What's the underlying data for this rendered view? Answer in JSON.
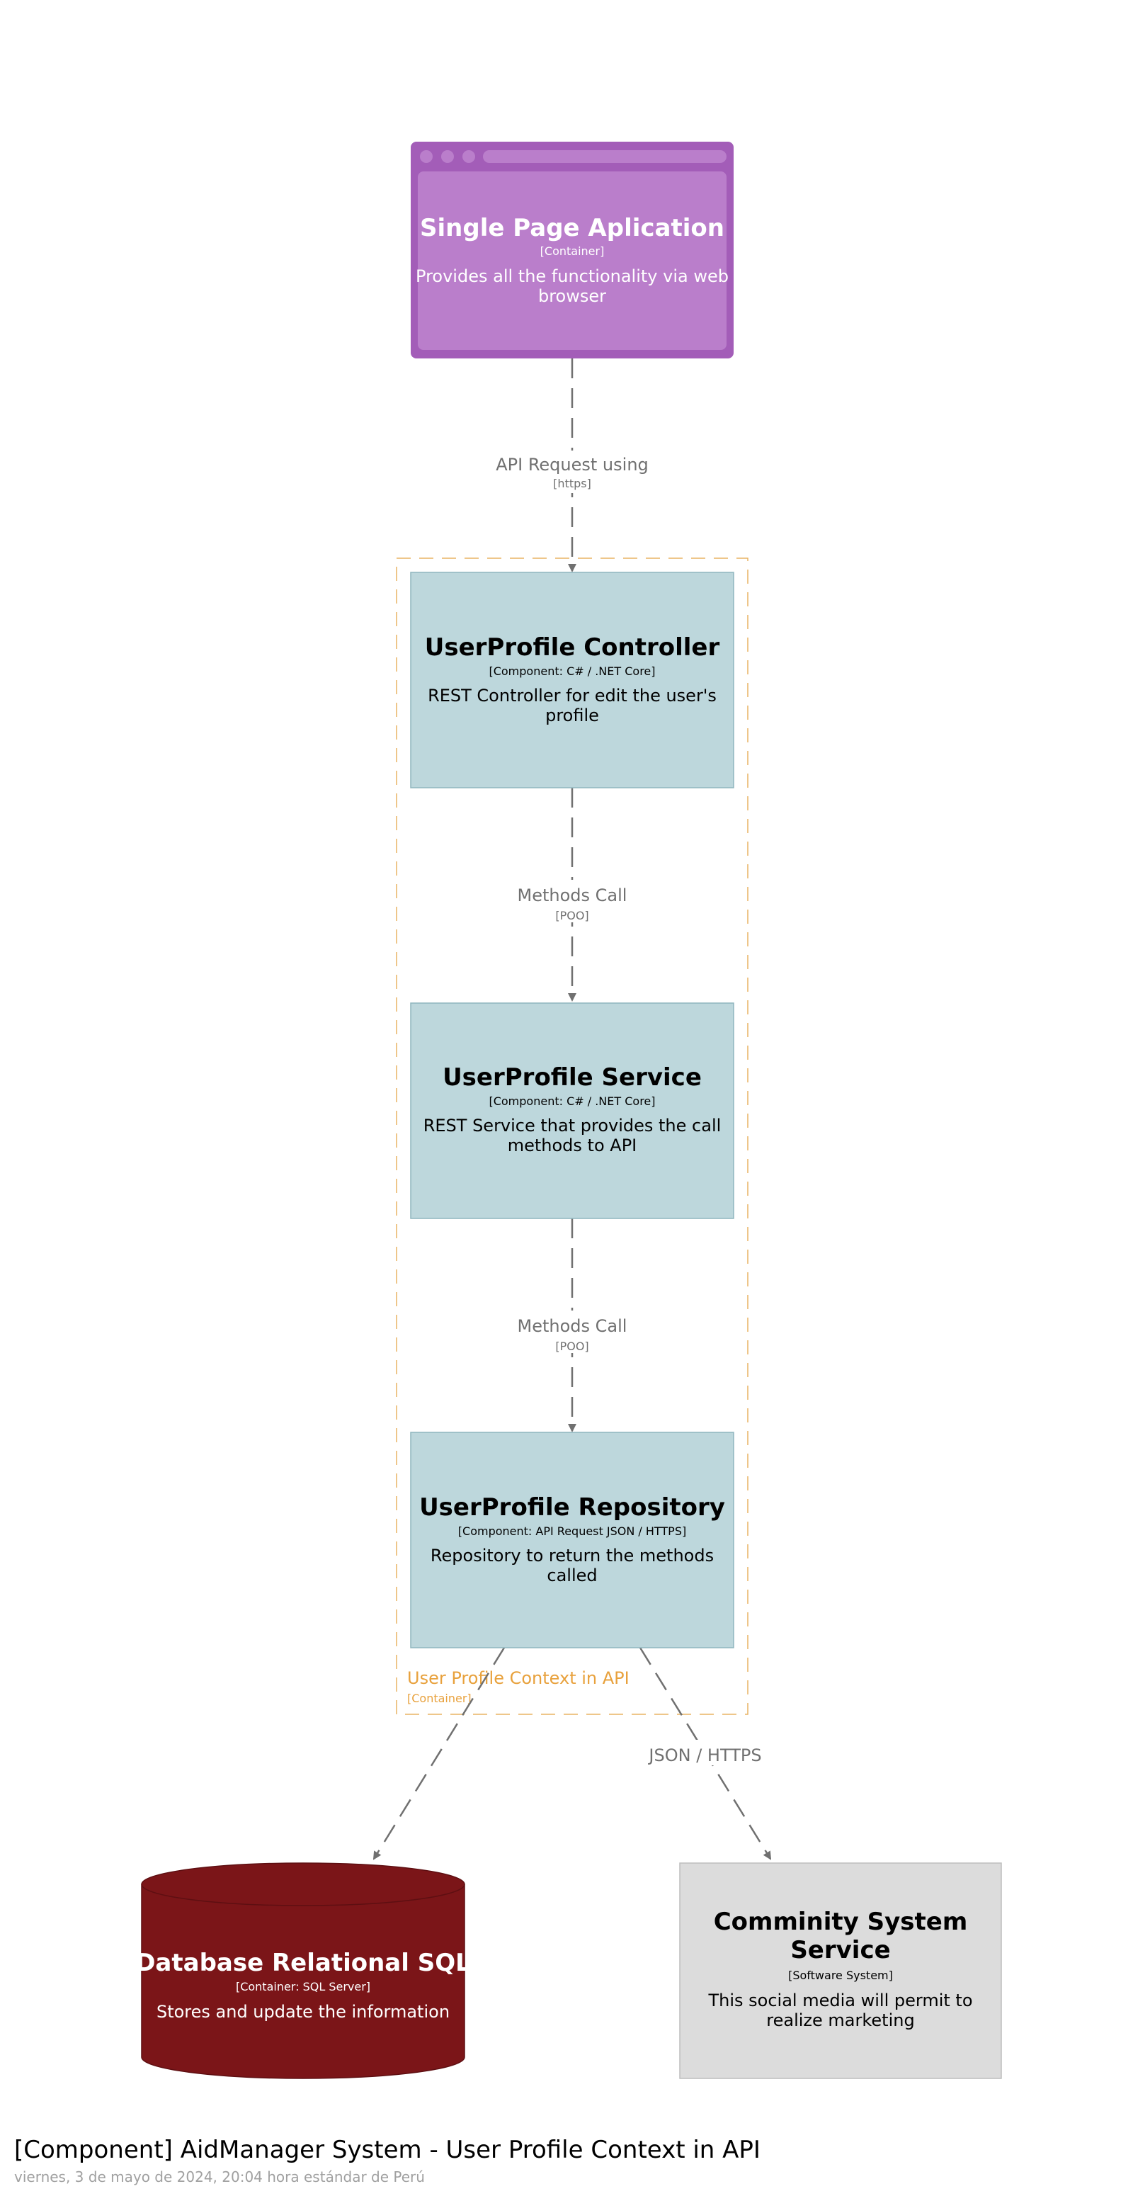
{
  "diagram": {
    "title": "[Component] AidManager System - User Profile Context in API",
    "subtitle": "viernes, 3 de mayo de 2024, 20:04 hora estándar de Perú",
    "boundary": {
      "label": "User Profile Context in API",
      "type": "[Container]"
    },
    "nodes": {
      "spa": {
        "name": "Single Page Aplication",
        "type": "[Container]",
        "desc1": "Provides all the functionality via web",
        "desc2": "browser"
      },
      "controller": {
        "name": "UserProfile Controller",
        "type": "[Component: C# / .NET Core]",
        "desc1": "REST Controller for edit the user's",
        "desc2": "profile"
      },
      "service": {
        "name": "UserProfile Service",
        "type": "[Component: C# / .NET Core]",
        "desc1": "REST Service that provides the call",
        "desc2": "methods to API"
      },
      "repository": {
        "name": "UserProfile Repository",
        "type": "[Component: API Request JSON / HTTPS]",
        "desc1": "Repository to return the methods",
        "desc2": "called"
      },
      "database": {
        "name": "Database Relational SQL",
        "type": "[Container: SQL Server]",
        "desc1": "Stores and update the information"
      },
      "community": {
        "name1": "Comminity System",
        "name2": "Service",
        "type": "[Software System]",
        "desc1": "This social media will permit to",
        "desc2": "realize marketing"
      }
    },
    "edges": {
      "spa_controller": {
        "label": "API Request using",
        "tech": "[https]"
      },
      "controller_service": {
        "label": "Methods Call",
        "tech": "[POO]"
      },
      "service_repository": {
        "label": "Methods Call",
        "tech": "[POO]"
      },
      "repository_community": {
        "label": "JSON / HTTPS"
      }
    },
    "colors": {
      "container_purple": "#BA7ECB",
      "container_purple_border": "#A35DB8",
      "component_blue": "#BDD7DC",
      "component_border": "#8FB5BE",
      "database_red": "#7B1518",
      "external_grey": "#DCDCDC",
      "boundary_orange": "#E8B463",
      "edge_grey": "#707070"
    }
  }
}
